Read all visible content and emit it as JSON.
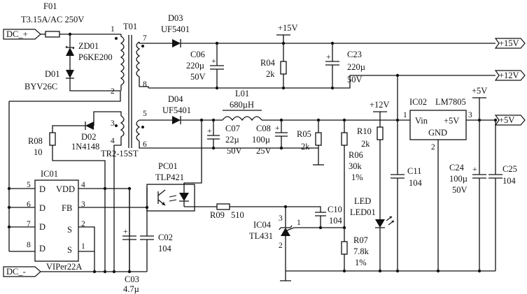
{
  "fuse": {
    "ref": "F01",
    "value": "T3.15A/AC 250V"
  },
  "ports": {
    "dc_plus": "DC_+",
    "dc_minus": "DC_-",
    "out15": "+15V",
    "out12": "+12V",
    "out5": "+5V"
  },
  "zener": {
    "ref": "ZD01",
    "value": "P6KE200"
  },
  "diode_d01": {
    "ref": "D01",
    "value": "BYV26C"
  },
  "transformer": {
    "ref": "T01",
    "model": "TR2-15ST",
    "pins": [
      "1",
      "2",
      "3",
      "4",
      "5",
      "6",
      "7",
      "8"
    ]
  },
  "diode_d03": {
    "ref": "D03",
    "value": "UF5401"
  },
  "diode_d04": {
    "ref": "D04",
    "value": "UF5401"
  },
  "diode_d02": {
    "ref": "D02",
    "value": "1N4148"
  },
  "rails": {
    "r15": "+15V",
    "r12": "+12V",
    "r5": "+5V"
  },
  "c06": {
    "ref": "C06",
    "value": "220µ",
    "volt": "50V"
  },
  "r04": {
    "ref": "R04",
    "value": "2k"
  },
  "c23": {
    "ref": "C23",
    "value": "220µ",
    "volt": "50V"
  },
  "l01": {
    "ref": "L01",
    "value": "680µH"
  },
  "c07": {
    "ref": "C07",
    "value": "22µ",
    "volt": "50V"
  },
  "c08": {
    "ref": "C08",
    "value": "100µ",
    "volt": "25V"
  },
  "r05": {
    "ref": "R05",
    "value": "2k"
  },
  "r08": {
    "ref": "R08",
    "value": "10"
  },
  "r06": {
    "ref": "R06",
    "value": "30k",
    "tol": "1%"
  },
  "r10": {
    "ref": "R10",
    "value": "2k"
  },
  "ic02": {
    "ref": "IC02",
    "model": "LM7805",
    "vin": "Vin",
    "vout": "+5V",
    "gnd": "GND",
    "pins": [
      "1",
      "2",
      "3"
    ]
  },
  "c11": {
    "ref": "C11",
    "value": "104"
  },
  "c24": {
    "ref": "C24",
    "value": "100µ",
    "volt": "50V"
  },
  "c25": {
    "ref": "C25",
    "value": "104"
  },
  "ic01": {
    "ref": "IC01",
    "model": "VIPer22A",
    "d": "D",
    "vdd": "VDD",
    "fb": "FB",
    "s": "S",
    "pins": [
      "5",
      "6",
      "7",
      "8",
      "4",
      "3",
      "2",
      "1"
    ]
  },
  "pc01": {
    "ref": "PC01",
    "model": "TLP421"
  },
  "r09": {
    "ref": "R09",
    "value": "510"
  },
  "c10": {
    "ref": "C10",
    "value": "104"
  },
  "led01": {
    "name": "LED",
    "ref": "LED01"
  },
  "ic04": {
    "ref": "IC04",
    "model": "TL431",
    "pins": [
      "3",
      "1",
      "2"
    ]
  },
  "r07": {
    "ref": "R07",
    "value": "7.8k",
    "tol": "1%"
  },
  "c02": {
    "ref": "C02",
    "value": "104"
  },
  "c03": {
    "ref": "C03",
    "value": "4.7µ"
  }
}
